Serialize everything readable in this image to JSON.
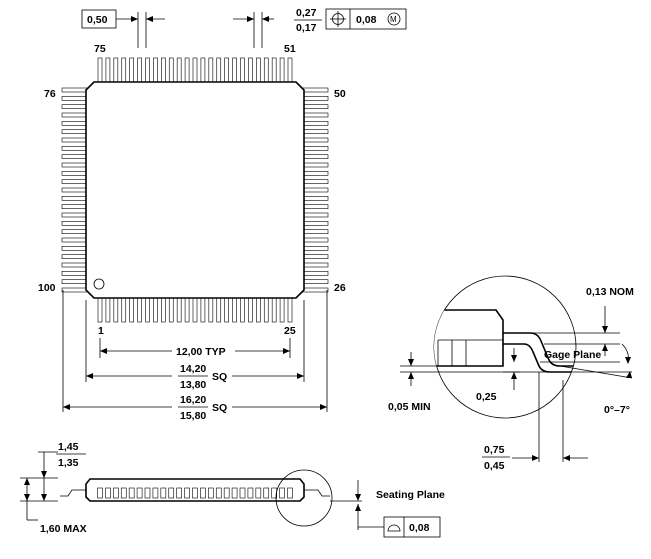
{
  "pin_labels": {
    "p1": "1",
    "p25": "25",
    "p26": "26",
    "p50": "50",
    "p51": "51",
    "p75": "75",
    "p76": "76",
    "p100": "100"
  },
  "dims": {
    "pitch": "0,50",
    "lead_width_max": "0,27",
    "lead_width_min": "0,17",
    "position_tol": "0,08",
    "position_mod": "M",
    "typ_span": "12,00 TYP",
    "body_max": "14,20",
    "body_min": "13,80",
    "body_sq": "SQ",
    "tip_max": "16,20",
    "tip_min": "15,80",
    "tip_sq": "SQ",
    "height_max": "1,45",
    "height_min": "1,35",
    "overall_max": "1,60 MAX",
    "seating_plane": "Seating Plane",
    "coplanarity": "0,08",
    "nom_thickness": "0,13 NOM",
    "gage_plane": "Gage Plane",
    "standoff_min": "0,05 MIN",
    "gage_height": "0,25",
    "foot_max": "0,75",
    "foot_min": "0,45",
    "angle": "0°–7°"
  }
}
